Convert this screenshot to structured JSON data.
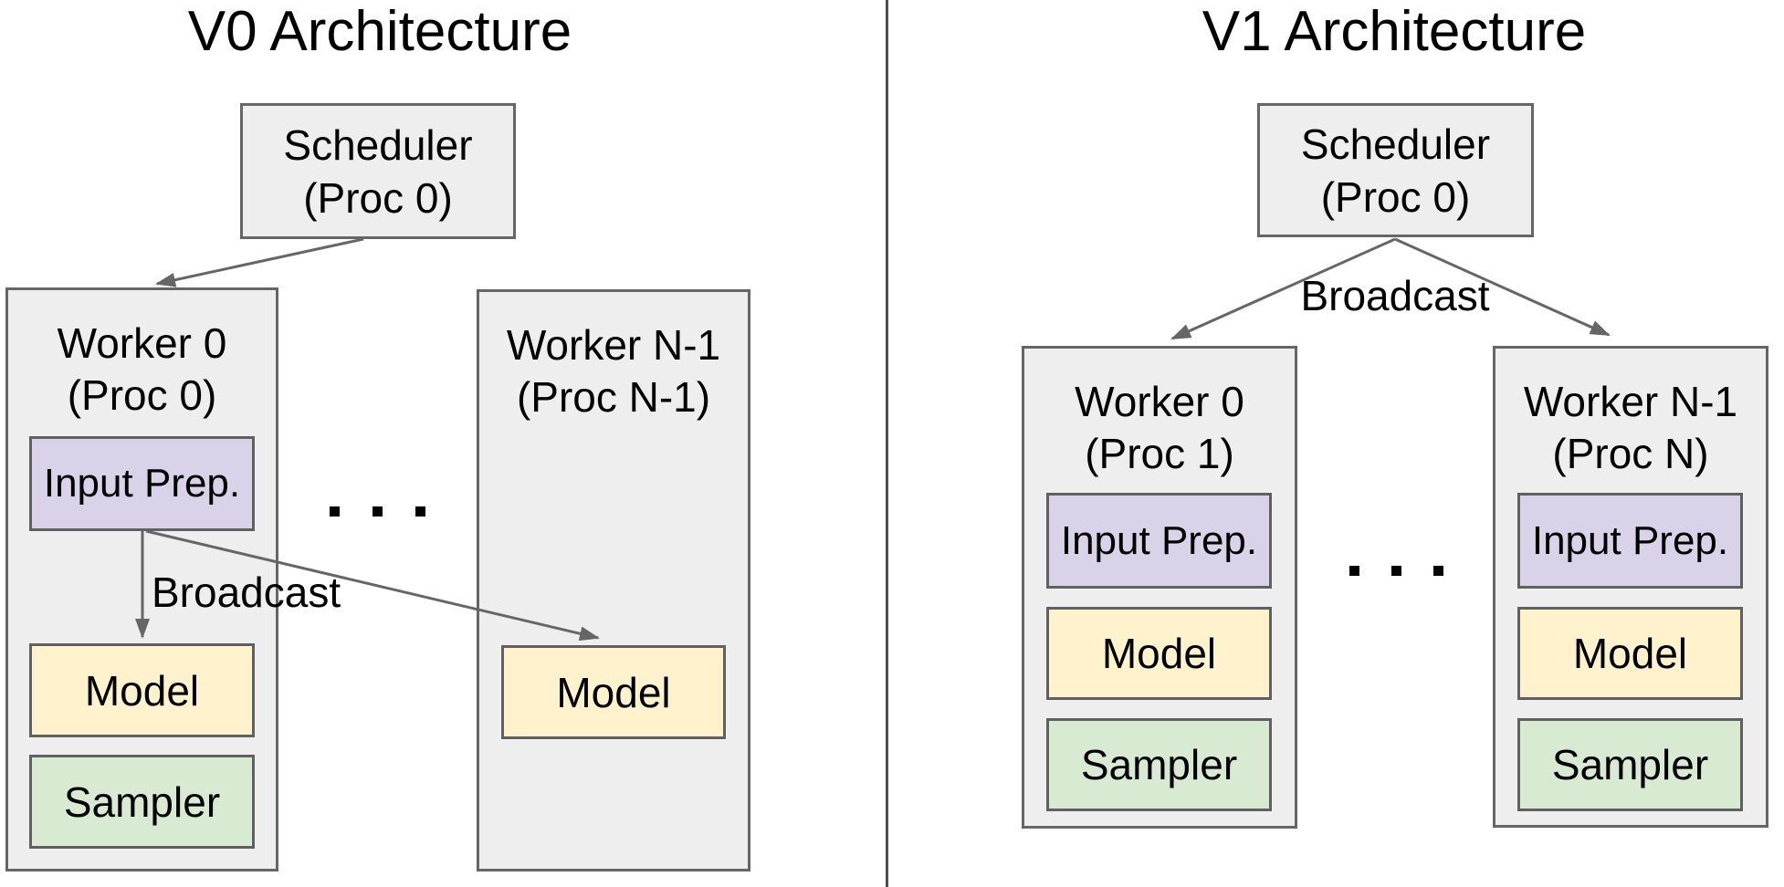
{
  "colors": {
    "background": "#ffffff",
    "box_fill": "#eeeeee",
    "box_border": "#666666",
    "input_prep_fill": "#d9d2e9",
    "model_fill": "#fff2cc",
    "sampler_fill": "#d9ead3",
    "arrow": "#666666",
    "divider": "#4d4d4d",
    "text": "#000000"
  },
  "panels": {
    "v0": {
      "title": "V0 Architecture",
      "scheduler": {
        "name": "Scheduler",
        "proc": "(Proc 0)"
      },
      "broadcast": "Broadcast",
      "ellipsis": ". . .",
      "workers": [
        {
          "name": "Worker 0",
          "proc": "(Proc 0)",
          "components": [
            "Input Prep.",
            "Model",
            "Sampler"
          ]
        },
        {
          "name": "Worker N-1",
          "proc": "(Proc N-1)",
          "components": [
            "Model"
          ]
        }
      ]
    },
    "v1": {
      "title": "V1 Architecture",
      "scheduler": {
        "name": "Scheduler",
        "proc": "(Proc 0)"
      },
      "broadcast": "Broadcast",
      "ellipsis": ". . .",
      "workers": [
        {
          "name": "Worker 0",
          "proc": "(Proc 1)",
          "components": [
            "Input Prep.",
            "Model",
            "Sampler"
          ]
        },
        {
          "name": "Worker N-1",
          "proc": "(Proc N)",
          "components": [
            "Input Prep.",
            "Model",
            "Sampler"
          ]
        }
      ]
    }
  }
}
